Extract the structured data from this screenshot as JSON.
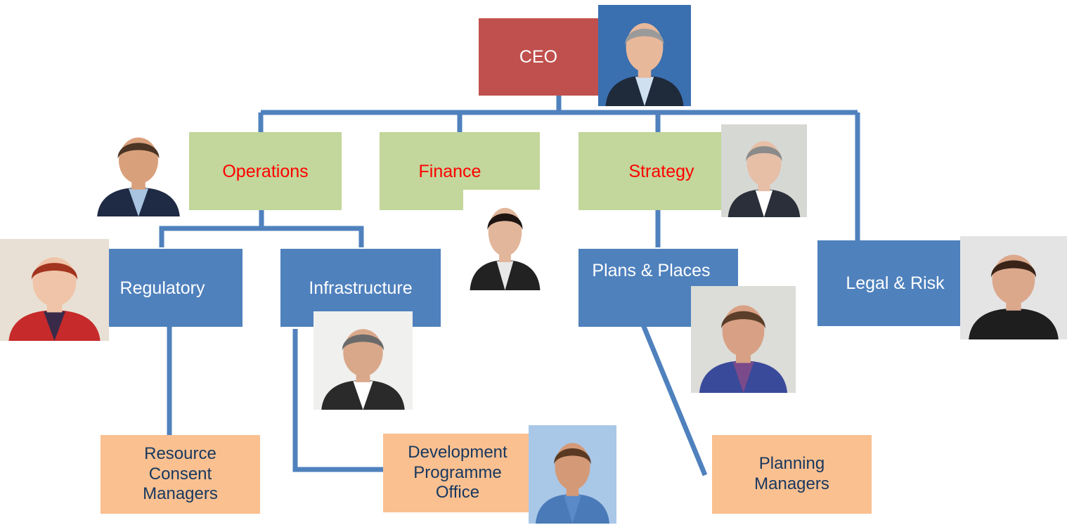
{
  "colors": {
    "connector": "#4f81bd",
    "ceo_box": "#c0504d",
    "division_box": "#c3d69b",
    "division_text": "#ff0000",
    "unit_box": "#4f81bd",
    "team_box": "#fac090",
    "team_text": "#17375e"
  },
  "ceo": {
    "label": "CEO"
  },
  "divisions": {
    "operations": "Operations",
    "finance": "Finance",
    "strategy": "Strategy"
  },
  "units": {
    "regulatory": "Regulatory",
    "infrastructure": "Infrastructure",
    "plans_places": "Plans & Places",
    "legal_risk": "Legal & Risk"
  },
  "teams": {
    "resource_consent": "Resource\nConsent\nManagers",
    "development_programme": "Development\nProgramme\nOffice",
    "planning_managers": "Planning\nManagers"
  },
  "photos": [
    {
      "role": "ceo",
      "icon": "person-photo-icon",
      "bg": "#3a6fb0",
      "skin": "#e8b89a",
      "hair": "#9a9a9a",
      "suit": "#1f2a3a",
      "shirt": "#cfe0f0"
    },
    {
      "role": "operations",
      "icon": "person-photo-icon",
      "bg": "#ffffff",
      "skin": "#d9a07c",
      "hair": "#4a3424",
      "suit": "#1f2a44",
      "shirt": "#a8c4e0"
    },
    {
      "role": "finance",
      "icon": "person-photo-icon",
      "bg": "#ffffff",
      "skin": "#e2b69a",
      "hair": "#1e1512",
      "suit": "#222222",
      "shirt": "#e8e8e8"
    },
    {
      "role": "strategy",
      "icon": "person-photo-icon",
      "bg": "#d6d8d4",
      "skin": "#e6bfa6",
      "hair": "#8a8a8a",
      "suit": "#2a2f3a",
      "shirt": "#ffffff"
    },
    {
      "role": "regulatory",
      "icon": "person-photo-icon",
      "bg": "#e8e0d4",
      "skin": "#f0c4a8",
      "hair": "#a3341f",
      "suit": "#c62a2a",
      "shirt": "#3a2a4a"
    },
    {
      "role": "infrastructure",
      "icon": "person-photo-icon",
      "bg": "#f0f0ee",
      "skin": "#d9a88a",
      "hair": "#6a6a6a",
      "suit": "#2a2a2a",
      "shirt": "#ffffff"
    },
    {
      "role": "plans_places",
      "icon": "person-photo-icon",
      "bg": "#dcdcd8",
      "skin": "#d8a084",
      "hair": "#5a3e2a",
      "suit": "#3a4a9a",
      "shirt": "#7a4a8a"
    },
    {
      "role": "legal_risk",
      "icon": "person-photo-icon",
      "bg": "#e4e4e4",
      "skin": "#dca88c",
      "hair": "#3a2418",
      "suit": "#1e1e1e",
      "shirt": "#1e1e1e"
    },
    {
      "role": "development_programme",
      "icon": "person-photo-icon",
      "bg": "#a9c8e8",
      "skin": "#d49a78",
      "hair": "#5a3a22",
      "suit": "#4a7ab8",
      "shirt": "#5a8ac8"
    }
  ]
}
